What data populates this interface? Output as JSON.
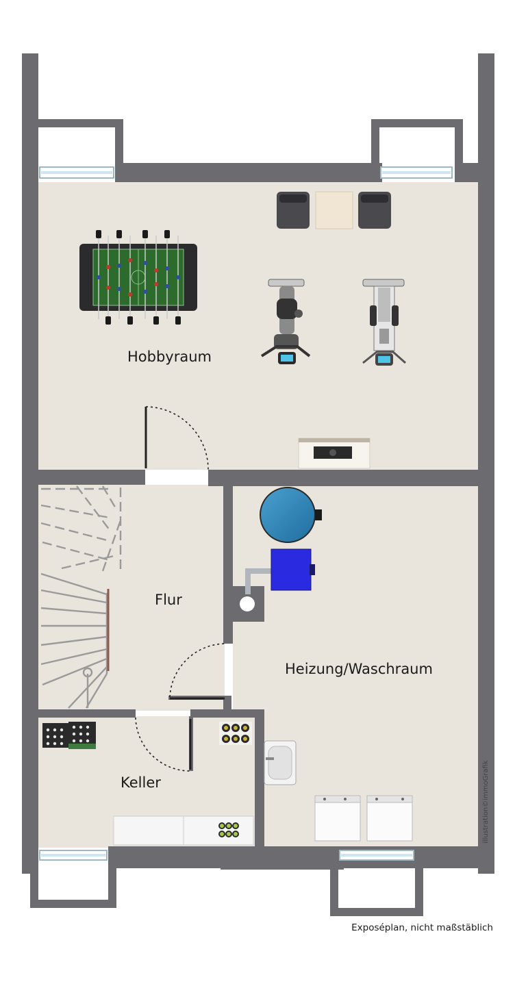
{
  "rooms": {
    "hobby": "Hobbyraum",
    "hall": "Flur",
    "utility": "Heizung/Waschraum",
    "cellar": "Keller"
  },
  "footer_note": "Exposéplan, nicht maßstäblich",
  "credit": "illustration©immoGrafik",
  "colors": {
    "wall": "#6b6b70",
    "floor": "#e9e4dc",
    "tank": "#2f7fb5",
    "boiler": "#2a2be0",
    "foosball_field": "#2d6b2d",
    "window": "#cfe6ef"
  }
}
